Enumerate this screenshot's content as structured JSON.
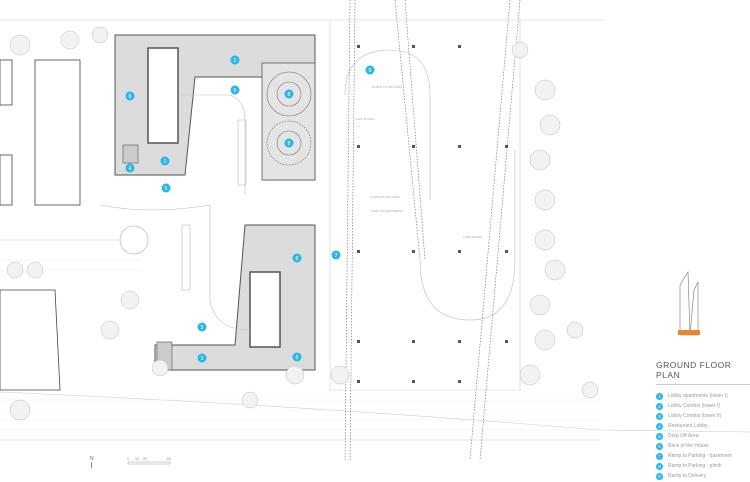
{
  "title": "GROUND FLOOR PLAN",
  "accent_color": "#29b6e8",
  "legend": [
    {
      "num": "1",
      "label": "Lobby apartments (tower I)"
    },
    {
      "num": "2",
      "label": "Lobby Condos (tower I)"
    },
    {
      "num": "3",
      "label": "Lobby Condos (tower II)"
    },
    {
      "num": "4",
      "label": "Restaurant Lobby"
    },
    {
      "num": "5",
      "label": "Drop Off Area"
    },
    {
      "num": "6",
      "label": "Back of the House"
    },
    {
      "num": "7",
      "label": "Ramp to Parking - basement"
    },
    {
      "num": "8",
      "label": "Ramp to Parking - plinth"
    },
    {
      "num": "9",
      "label": "Ramp to Delivery"
    }
  ],
  "markers": {
    "m1": "2",
    "m2": "5",
    "m3": "6",
    "m4": "8",
    "m5": "8",
    "m6": "1",
    "m7": "4",
    "m8": "5",
    "m9": "9",
    "m10": "7",
    "m11": "6",
    "m12": "5",
    "m13": "3",
    "m14": "6"
  },
  "plan_labels": {
    "ramp_delivery": "DOWN TO DELIVERY",
    "lake_shore": "LAKE SHORE",
    "lane_delivery": "LANE FOR DELIVERY",
    "lane_residents": "LANE FOR RESIDENTS"
  },
  "north": "N",
  "scale": [
    "0",
    "10",
    "20",
    "50"
  ]
}
